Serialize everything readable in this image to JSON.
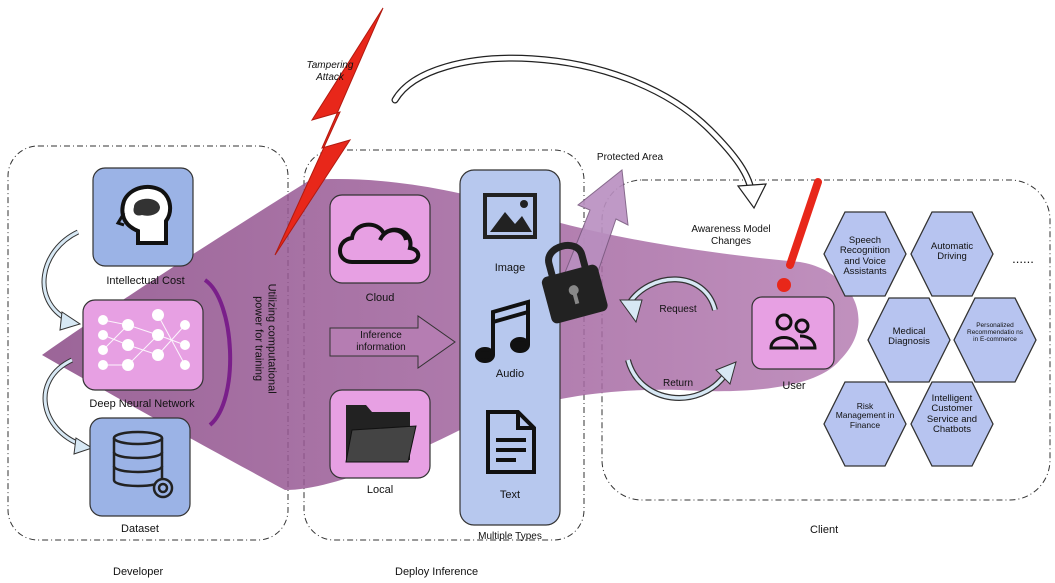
{
  "developer": {
    "section_label": "Developer",
    "items": [
      {
        "label": "Intellectual  Cost",
        "icon": "head-brain-icon"
      },
      {
        "label": "Deep Neural Network",
        "icon": "neural-network-icon"
      },
      {
        "label": "Dataset",
        "icon": "database-gear-icon"
      }
    ],
    "training_note": "Utilizing computational power for training"
  },
  "attack": {
    "label": "Tampering Attack"
  },
  "deploy": {
    "section_label": "Deploy Inference",
    "cloud_label": "Cloud",
    "local_label": "Local",
    "inference_label": "Inference information",
    "types_label": "Multiple Types",
    "types": [
      {
        "label": "Image",
        "icon": "image-icon"
      },
      {
        "label": "Audio",
        "icon": "music-note-icon"
      },
      {
        "label": "Text",
        "icon": "document-icon"
      }
    ]
  },
  "protected_area": {
    "label": "Protected Area",
    "icon": "padlock-icon"
  },
  "client": {
    "section_label": "Client",
    "awareness_label": "Awareness Model Changes",
    "request_label": "Request",
    "return_label": "Return",
    "user_label": "User",
    "ellipsis": "......",
    "applications": [
      "Speech Recognition and Voice Assistants",
      "Automatic Driving",
      "Medical Diagnosis",
      "Personalized Recommendatio ns in E-commerce",
      "Risk Management in Finance",
      "Intelligent Customer Service and Chatbots"
    ]
  },
  "colors": {
    "purple_flow": "#9c5a96",
    "pink_tile": "#e7a0e3",
    "blue_tile": "#9bb3e6",
    "hex_fill": "#b7c4f0",
    "lightning": "#e8271a",
    "alert": "#e8271a"
  }
}
